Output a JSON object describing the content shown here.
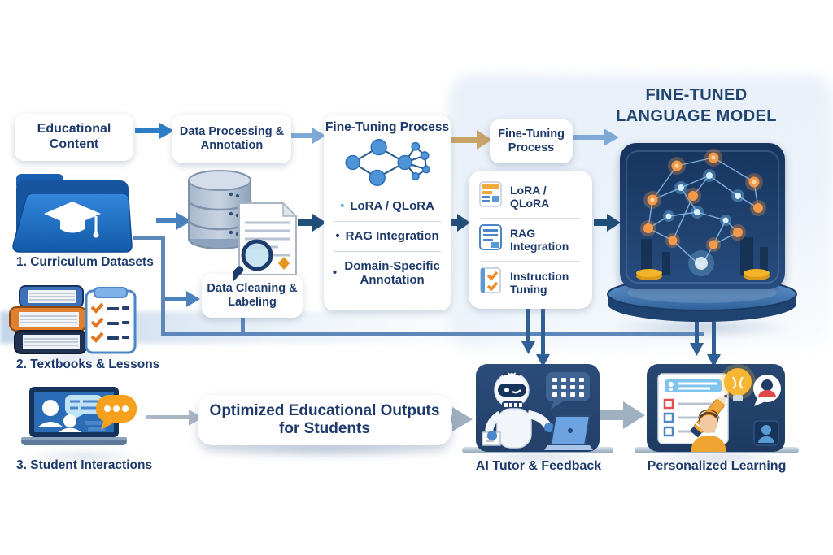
{
  "model": {
    "title_line1": "FINE-TUNED",
    "title_line2": "LANGUAGE MODEL"
  },
  "flow": {
    "educational_content": "Educational Content",
    "data_processing": "Data Processing & Annotation",
    "fine_tuning": {
      "title": "Fine-Tuning Process",
      "bullets": [
        {
          "bullet": "•",
          "label": "LoRA / QLoRA"
        },
        {
          "bullet": "•",
          "label": "RAG Integration"
        },
        {
          "bullet": "•",
          "label": "Domain-Specific Annotation"
        }
      ]
    },
    "stage2": {
      "title": "Fine-Tuning Process",
      "items": [
        {
          "icon": "table-document-icon",
          "label": "LoRA / QLoRA"
        },
        {
          "icon": "list-document-icon",
          "label": "RAG Integration"
        },
        {
          "icon": "checklist-icon",
          "label": "Instruction Tuning"
        }
      ]
    },
    "data_cleaning": "Data Cleaning & Labeling",
    "outputs_ribbon": {
      "line1": "Optimized Educational Outputs",
      "line2": "for Students"
    }
  },
  "sources": [
    {
      "label": "1. Curriculum Datasets",
      "icon": "folder-graduation-cap-icon"
    },
    {
      "label": "2. Textbooks & Lessons",
      "icon": "books-and-checklist-icon"
    },
    {
      "label": "3. Student Interactions",
      "icon": "laptop-chat-icon"
    }
  ],
  "results": [
    {
      "label": "AI Tutor & Feedback",
      "icon": "robot-tutor-icon"
    },
    {
      "label": "Personalized Learning",
      "icon": "personalized-learning-icon"
    }
  ],
  "colors": {
    "navy_text": "#1d3a6b",
    "steel_blue": "#4a82c0",
    "light_steel": "#7fa9d6",
    "dark_arrow": "#1f4e79",
    "tan_arrow": "#c9a469",
    "orange": "#f2994a",
    "gray_arrow": "#9fb0c1",
    "panel_navy": "#24436f",
    "cyan_bullet": "#58b8e8"
  }
}
